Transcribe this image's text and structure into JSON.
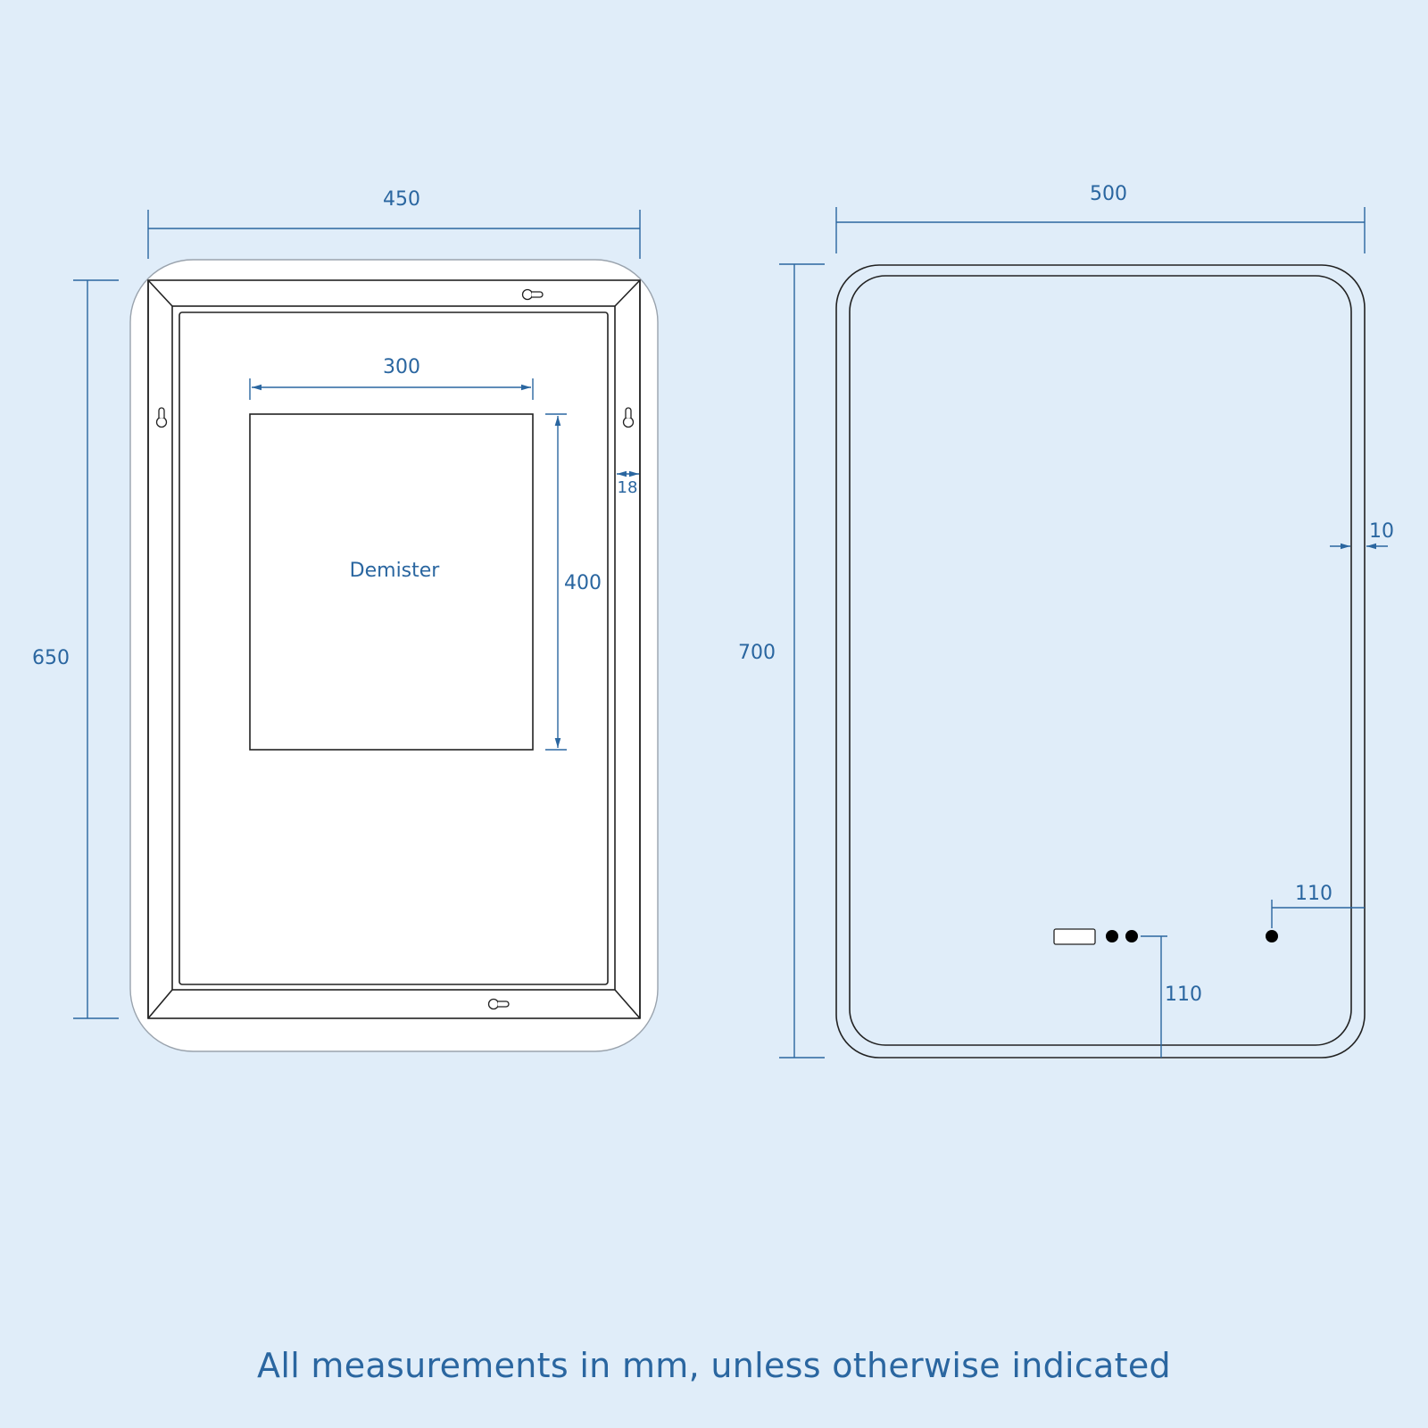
{
  "colors": {
    "background": "#e0edf9",
    "dimension": "#2a66a0",
    "outline": "#222222",
    "panel": "#ffffff"
  },
  "back_view": {
    "width_label": "450",
    "height_label": "650",
    "demister_label": "Demister",
    "demister_width_label": "300",
    "demister_height_label": "400",
    "frame_depth_label": "18",
    "hanging_holes": [
      "keyhole-top",
      "keyhole-left",
      "keyhole-right",
      "keyhole-bottom"
    ]
  },
  "front_view": {
    "width_label": "500",
    "height_label": "700",
    "border_label": "10",
    "sensor_offset_right_label": "110",
    "sensor_offset_bottom_label": "110",
    "controls": [
      "display-panel",
      "touch-button-1",
      "touch-button-2",
      "sensor-button"
    ]
  },
  "footer": {
    "note": "All measurements in mm, unless otherwise indicated"
  }
}
